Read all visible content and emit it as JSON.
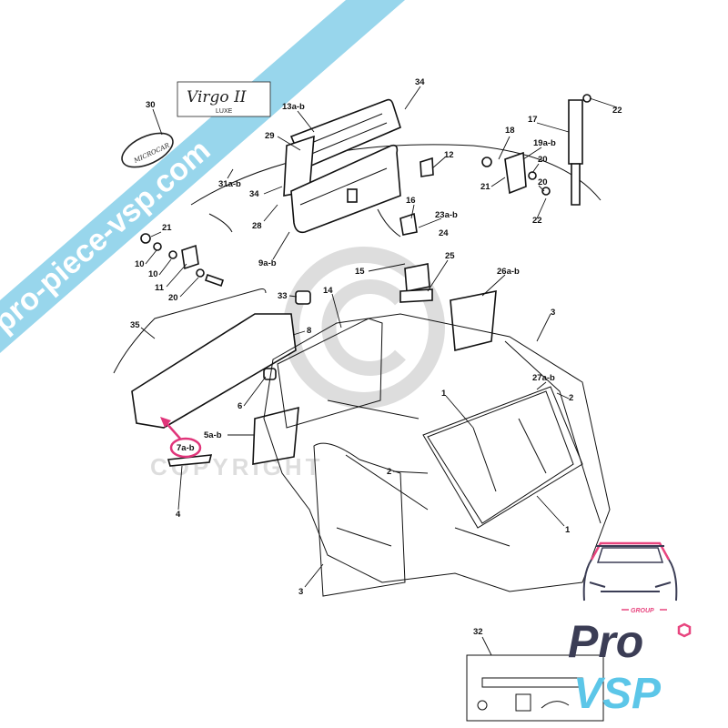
{
  "diagram": {
    "badge_title": "Virgo II",
    "badge_subtitle": "LUXE",
    "oval_badge": "MICROCAR",
    "watermark_text": "COPYRIGHT",
    "banner_text": "pro-piece-vsp.com",
    "highlight_color": "#e0357a",
    "banner_color": "#8fd3ea",
    "labels": {
      "l30": "30",
      "l31": "31a-b",
      "l13": "13a-b",
      "l34a": "34",
      "l29": "29",
      "l34b": "34",
      "l28": "28",
      "l9": "9a-b",
      "l12": "12",
      "l16": "16",
      "l23": "23a-b",
      "l24": "24",
      "l15": "15",
      "l25": "25",
      "l18": "18",
      "l19": "19a-b",
      "l20a": "20",
      "l20b": "20",
      "l21a": "21",
      "l22a": "22",
      "l17": "17",
      "l22b": "22",
      "l21b": "21",
      "l10a": "10",
      "l10b": "10",
      "l11": "11",
      "l20c": "20",
      "l33": "33",
      "l14": "14",
      "l26": "26a-b",
      "l3a": "3",
      "l35": "35",
      "l8": "8",
      "l27": "27a-b",
      "l2a": "2",
      "l1a": "1",
      "l6": "6",
      "l5": "5a-b",
      "l7": "7a-b",
      "l4": "4",
      "l2b": "2",
      "l1b": "1",
      "l3b": "3",
      "l32": "32"
    }
  },
  "logo": {
    "group": "GROUP",
    "pro": "Pro",
    "vsp": "VSP",
    "dark_color": "#3b3d55",
    "accent_color": "#e8457f",
    "blue_color": "#5cc6e8"
  }
}
